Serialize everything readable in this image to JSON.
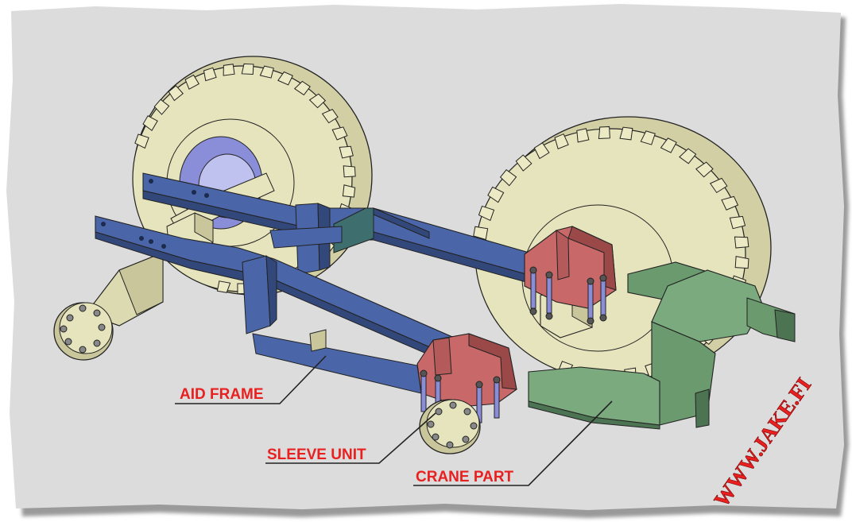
{
  "labels": {
    "aid_frame": "AID FRAME",
    "sleeve_unit": "SLEEVE UNIT",
    "crane_part": "CRANE PART"
  },
  "watermark": "WWW.JAKE.FI",
  "colors": {
    "page_bg": "#ffffff",
    "canvas_bg": "#dcdcdc",
    "tire": "#e6e4bc",
    "tire_shade": "#c9c69c",
    "tread_side": "#8a8ed8",
    "frame": "#4a66a8",
    "frame_dark": "#33487a",
    "sleeve": "#c86868",
    "sleeve_dark": "#9a4848",
    "crane": "#6a9a6e",
    "crane_dark": "#4d7452",
    "label_text": "#e82020",
    "leader": "#222222"
  }
}
